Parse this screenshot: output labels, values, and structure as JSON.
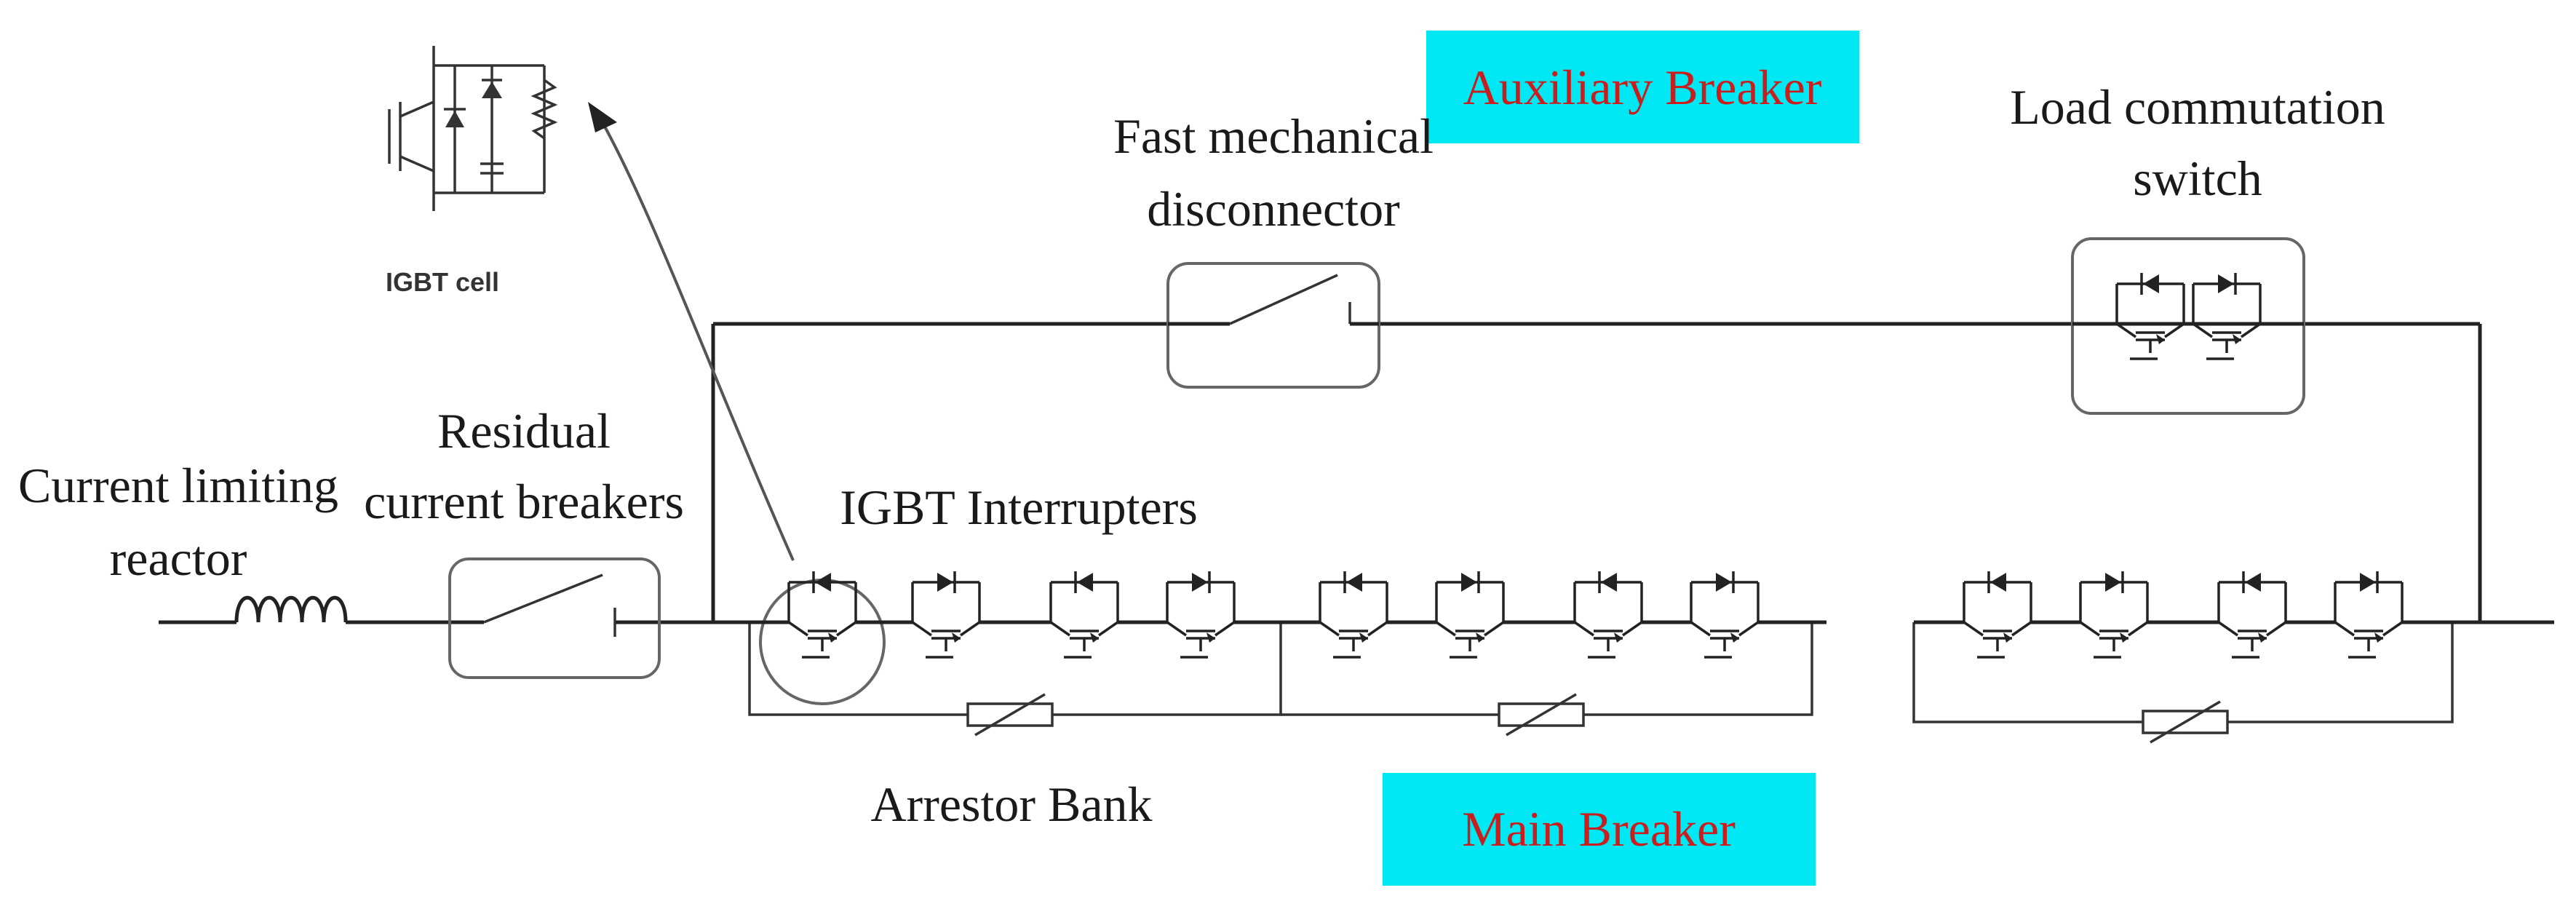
{
  "labels": {
    "igbt_cell": "IGBT cell",
    "fast_mechanical_line1": "Fast mechanical",
    "fast_mechanical_line2": "disconnector",
    "auxiliary_breaker": "Auxiliary Breaker",
    "load_commutation_line1": "Load commutation",
    "load_commutation_line2": "switch",
    "residual_line1": "Residual",
    "residual_line2": "current breakers",
    "current_limiting_line1": "Current limiting",
    "current_limiting_line2": "reactor",
    "igbt_interrupters": "IGBT Interrupters",
    "arrestor_bank": "Arrestor Bank",
    "main_breaker": "Main Breaker"
  },
  "colors": {
    "highlight_bg": "#00e8f4",
    "highlight_text": "#c81e1e",
    "wire": "#222222",
    "text": "#1a1a1a"
  }
}
